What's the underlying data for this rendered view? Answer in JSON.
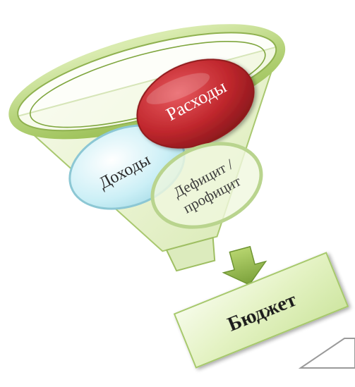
{
  "diagram": {
    "income_label": "Доходы",
    "expenses_label": "Расходы",
    "balance_label_line1": "Дефицит /",
    "balance_label_line2": "профицит",
    "budget_label": "Бюджет"
  },
  "colors": {
    "funnel_fill": "#e8f2cf",
    "funnel_rim": "#b5d27a",
    "funnel_outline": "#92b554",
    "income_fill": "#c9eef5",
    "income_border": "#8cc7d4",
    "expenses_fill": "#c0272d",
    "expenses_dark": "#8f1a1e",
    "balance_border": "#b9d48e",
    "arrow_fill": "#8fb548",
    "budget_fill": "#e3f3c4",
    "budget_border": "#a7c96c",
    "text_dark": "#222222",
    "text_light": "#ffffff",
    "text_muted": "#3d3d3d"
  }
}
